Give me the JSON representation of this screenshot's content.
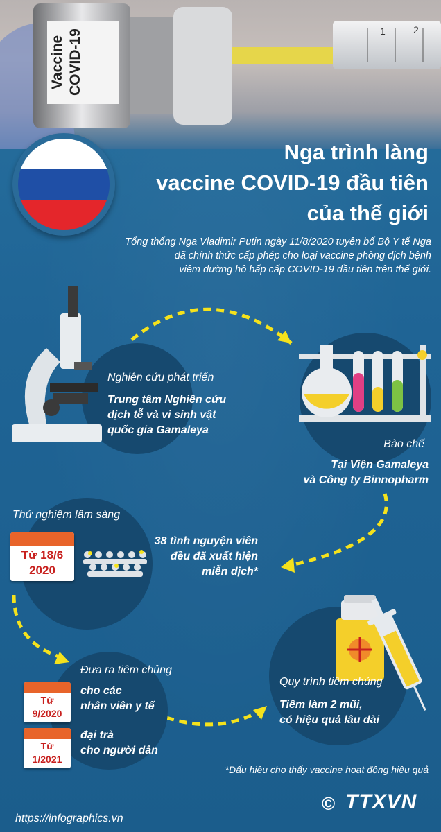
{
  "header": {
    "vial_label": "Vaccine\nCOVID-19",
    "title_lines": [
      "Nga trình làng",
      "vaccine COVID-19 đầu tiên",
      "của thế giới"
    ]
  },
  "intro_lines": [
    "Tổng thống Nga Vladimir Putin ngày 11/8/2020 tuyên bố Bộ Y tế Nga",
    "đã chính thức cấp phép cho loại vaccine phòng dịch bệnh",
    "viêm đường hô hấp cấp COVID-19 đầu tiên trên thế giới."
  ],
  "steps": {
    "research": {
      "label": "Nghiên cứu phát triển",
      "detail_lines": [
        "Trung tâm Nghiên cứu",
        "dịch tễ và vi sinh vật",
        "quốc gia Gamaleya"
      ]
    },
    "production": {
      "label": "Bào chế",
      "detail_lines": [
        "Tại Viện Gamaleya",
        "và Công ty Binnopharm"
      ]
    },
    "trial": {
      "label": "Thử nghiệm lâm sàng",
      "calendar_lines": [
        "Từ 18/6",
        "2020"
      ],
      "detail_lines": [
        "38 tình nguyện viên",
        "đều đã xuất hiện",
        "miễn dịch*"
      ]
    },
    "rollout": {
      "label": "Đưa ra tiêm chủng",
      "items": [
        {
          "calendar_lines": [
            "Từ",
            "9/2020"
          ],
          "detail_lines": [
            "cho các",
            "nhân viên y tế"
          ]
        },
        {
          "calendar_lines": [
            "Từ",
            "1/2021"
          ],
          "detail_lines": [
            "đại trà",
            "cho người dân"
          ]
        }
      ]
    },
    "process": {
      "label": "Quy trình tiêm chủng",
      "detail_lines": [
        "Tiêm làm 2 mũi,",
        "có hiệu quả lâu dài"
      ]
    }
  },
  "footnote": "*Dấu hiệu cho thấy vaccine hoạt động hiệu quả",
  "footer_url": "https://infographics.vn",
  "logo": {
    "mark": "©",
    "text": "TTXVN"
  },
  "colors": {
    "background": "#1e6293",
    "circle": "#16496f",
    "dashed_arrow": "#f5e21c",
    "calendar_top": "#e8642a",
    "calendar_text": "#c8201e"
  }
}
